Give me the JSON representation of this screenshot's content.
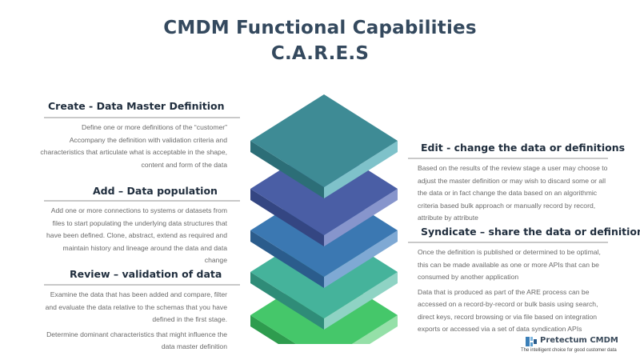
{
  "title": "CMDM Functional Capabilities",
  "subtitle": "C.A.R.E.S",
  "sections": {
    "create": {
      "heading": "Create - Data Master Definition",
      "paragraphs": [
        "Define one or more definitions of the “customer”",
        "Accompany the definition with validation criteria and characteristics that articulate what is acceptable in the shape, content and form of the data"
      ]
    },
    "add": {
      "heading": "Add – Data population",
      "paragraphs": [
        "Add one or more connections to systems or datasets from files to start populating the underlying data structures that have been defined. Clone, abstract, extend as required and maintain history and lineage around the data and data change"
      ]
    },
    "review": {
      "heading": "Review – validation of data",
      "paragraphs": [
        "Examine the data that has been added and compare, filter and evaluate the data relative to the schemas that you have defined in the first stage.",
        "Determine dominant characteristics that might influence the data master definition"
      ]
    },
    "edit": {
      "heading": "Edit  - change the data or definitions",
      "paragraphs": [
        "Based on the results of the review stage a user may choose to adjust the master definition or may wish to discard some or all the data or in fact change the data based on an algorithmic criteria based bulk approach or manually record by record, attribute by attribute"
      ]
    },
    "syndicate": {
      "heading": "Syndicate – share the data or definition",
      "paragraphs": [
        "Once the definition is published or determined to be optimal, this can be made available as one or more APIs that can be consumed by another application",
        "Data that is produced as part  of the ARE process can be accessed on a record-by-record or bulk basis using search, direct keys, record browsing or via file based on integration exports or accessed via a set of data syndication APIs"
      ]
    }
  },
  "layers": [
    {
      "top": "#3e8b95",
      "left": "#2c6e77",
      "right": "#7fc2ca"
    },
    {
      "top": "#4a5ea5",
      "left": "#344682",
      "right": "#8795cc"
    },
    {
      "top": "#3b78b2",
      "left": "#2b5c8c",
      "right": "#7fa9d4"
    },
    {
      "top": "#45b39b",
      "left": "#2f8c78",
      "right": "#8fd3c4"
    },
    {
      "top": "#45c76a",
      "left": "#2e9c4e",
      "right": "#95e0a8"
    }
  ],
  "brand": {
    "name": "Pretectum CMDM",
    "tagline": "The intelligent choice for good customer data"
  }
}
